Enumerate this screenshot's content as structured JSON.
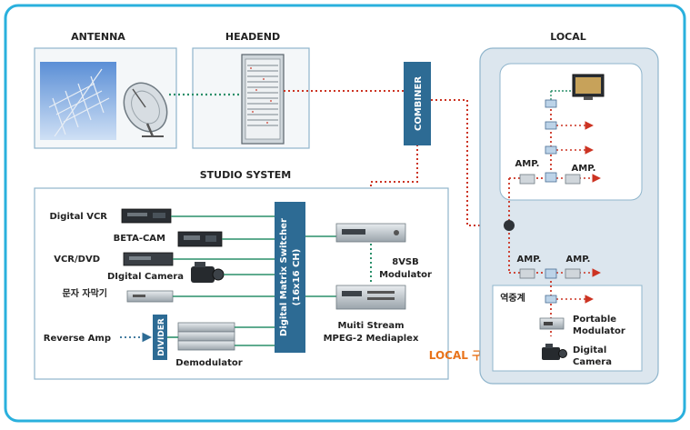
{
  "sections": {
    "antenna": "ANTENNA",
    "headend": "HEADEND",
    "local": "LOCAL",
    "studio_system": "STUDIO SYSTEM"
  },
  "combiner": "COMBINER",
  "matrix_switcher": [
    "Digital Matrix Switcher",
    "(16x16 CH)"
  ],
  "divider": "DIVIDER",
  "sources": {
    "digital_vcr": "Digital VCR",
    "beta_cam": "BETA-CAM",
    "vcr_dvd": "VCR/DVD",
    "digital_camera": "DIgital Camera",
    "caption": "문자 자막기",
    "reverse_amp": "Reverse Amp"
  },
  "demodulator": "Demodulator",
  "modulator_8vsb": [
    "8VSB",
    "Modulator"
  ],
  "mediaplex": [
    "Muiti Stream",
    "MPEG-2 Mediaplex"
  ],
  "local_caption": "LOCAL 구성도",
  "local_labels": {
    "amp": "AMP.",
    "repeater": "역중계",
    "portable_modulator": [
      "Portable",
      "Modulator"
    ],
    "digital_camera": [
      "Digital",
      "Camera"
    ]
  },
  "colors": {
    "frame": "#2ab0dd",
    "panel_border": "#8fb5cc",
    "local_bg": "#dce6ee",
    "vertical_box": "#2d6b94",
    "green_line": "#2a8f6a",
    "red_dotted": "#cc3322",
    "caption": "#e8731a"
  }
}
